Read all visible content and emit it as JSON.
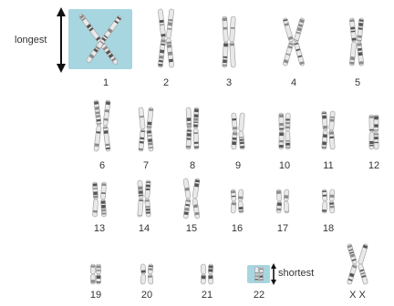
{
  "labels": {
    "longest": "longest",
    "shortest": "shortest"
  },
  "chromosomes": [
    {
      "label": "1"
    },
    {
      "label": "2"
    },
    {
      "label": "3"
    },
    {
      "label": "4"
    },
    {
      "label": "5"
    },
    {
      "label": "6"
    },
    {
      "label": "7"
    },
    {
      "label": "8"
    },
    {
      "label": "9"
    },
    {
      "label": "10"
    },
    {
      "label": "11"
    },
    {
      "label": "12"
    },
    {
      "label": "13"
    },
    {
      "label": "14"
    },
    {
      "label": "15"
    },
    {
      "label": "16"
    },
    {
      "label": "17"
    },
    {
      "label": "18"
    },
    {
      "label": "19"
    },
    {
      "label": "20"
    },
    {
      "label": "21"
    },
    {
      "label": "22"
    },
    {
      "label": "X X"
    }
  ],
  "colors": {
    "highlight": "#a8d6e0",
    "chromosome_light": "#e9e9e9",
    "chromosome_dark": "#555555",
    "arrow": "#111111"
  }
}
